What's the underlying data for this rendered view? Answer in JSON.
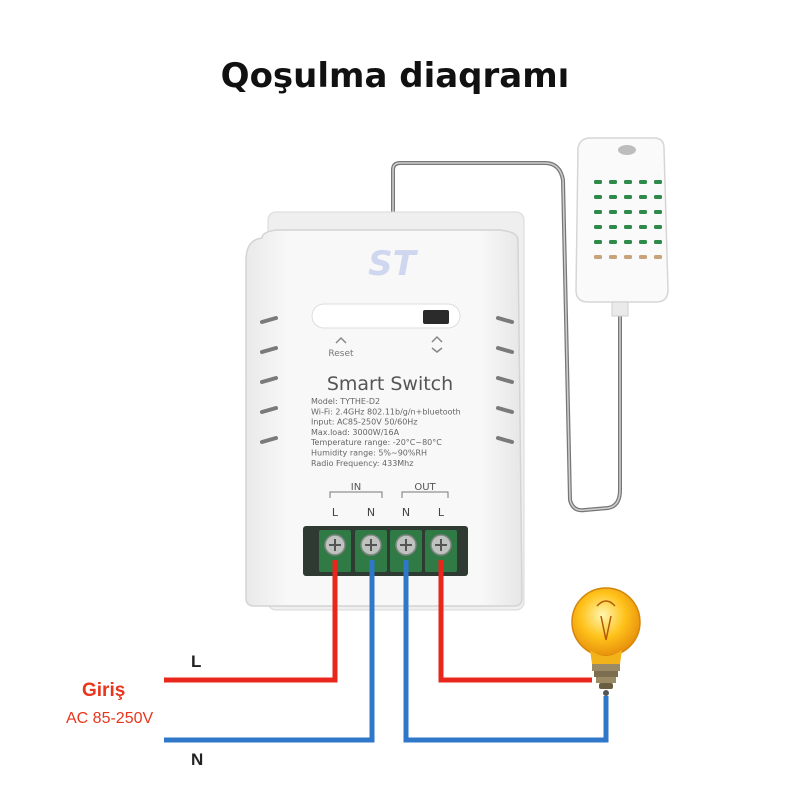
{
  "title": "Qoşulma diaqramı",
  "device": {
    "brand_mark": "ST",
    "name": "Smart Switch",
    "reset_label": "Reset",
    "specs": [
      "Model: TYTHE-D2",
      "Wi-Fi: 2.4GHz 802.11b/g/n+bluetooth",
      "Input: AC85-250V 50/60Hz",
      "Max.load: 3000W/16A",
      "Temperature range: -20°C~80°C",
      "Humidity range: 5%~90%RH",
      "Radio Frequency: 433Mhz"
    ],
    "group_in": "IN",
    "group_out": "OUT",
    "terminals": [
      "L",
      "N",
      "N",
      "L"
    ]
  },
  "wires": {
    "line_label": "L",
    "neutral_label": "N",
    "line_color": "#e8261c",
    "neutral_color": "#2f77c8"
  },
  "input": {
    "title": "Giriş",
    "voltage": "AC 85-250V"
  },
  "colors": {
    "accent_orange": "#e8361c",
    "device_body": "#f4f4f4",
    "terminal_green": "#2f7a45"
  }
}
